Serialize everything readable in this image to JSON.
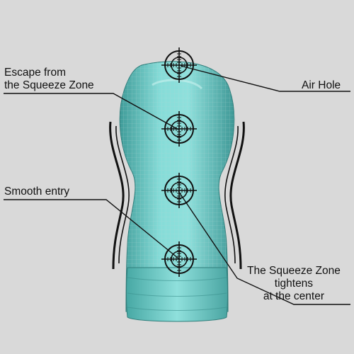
{
  "labels": {
    "escape": [
      "Escape from",
      "the Squeeze Zone"
    ],
    "air_hole": "Air Hole",
    "smooth_entry": "Smooth entry",
    "squeeze_zone": [
      "The Squeeze Zone",
      "tightens",
      "at the center"
    ]
  },
  "colors": {
    "background": "#d9d9d9",
    "body_fill": "#7ed4d0",
    "body_shade": "#4aa9a6",
    "mesh": "#a8c9c8",
    "leader": "#111111",
    "target": "#111111"
  },
  "targets": [
    {
      "name": "target-air-hole"
    },
    {
      "name": "target-upper-zone"
    },
    {
      "name": "target-middle-zone"
    },
    {
      "name": "target-lower-zone"
    }
  ]
}
